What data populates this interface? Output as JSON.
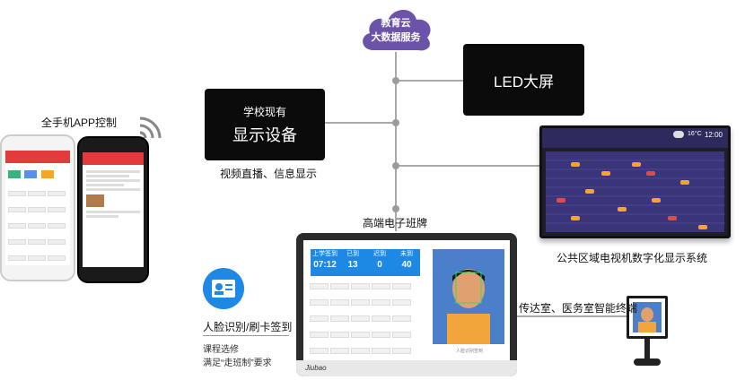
{
  "cloud": {
    "line1": "教育云",
    "line2": "大数据服务"
  },
  "led": {
    "label": "LED大屏"
  },
  "school_display": {
    "line1": "学校现有",
    "line2": "显示设备"
  },
  "captions": {
    "video": "视频直播、信息显示",
    "app_control": "全手机APP控制",
    "board": "高端电子班牌",
    "public_tv": "公共区域电视机数字化显示系统",
    "guard_room": "传达室、医务室智能终端",
    "face": "人脸识别/刷卡签到",
    "course_line1": "课程选修",
    "course_line2": "满足“走班制”要求"
  },
  "tv_screen": {
    "temperature": "16°C",
    "clock": "12:00"
  },
  "board_screen": {
    "stats": [
      {
        "label": "上学签到",
        "value": "07:12"
      },
      {
        "label": "已到",
        "value": "13"
      },
      {
        "label": "迟到",
        "value": "0"
      },
      {
        "label": "未到",
        "value": "40"
      }
    ],
    "face_caption": "人脸识别签到",
    "brand": "Jiubao"
  },
  "colors": {
    "cloud": "#6a53a8",
    "board_stat": "#1e88e5",
    "tv_header": "#2e2a5e",
    "tv_grid": "#3a357a",
    "tv_highlight": "#f5a623",
    "phone_bar": "#e23b3b",
    "face_icon": "#1e88e5",
    "connector": "#a9a9a9"
  }
}
